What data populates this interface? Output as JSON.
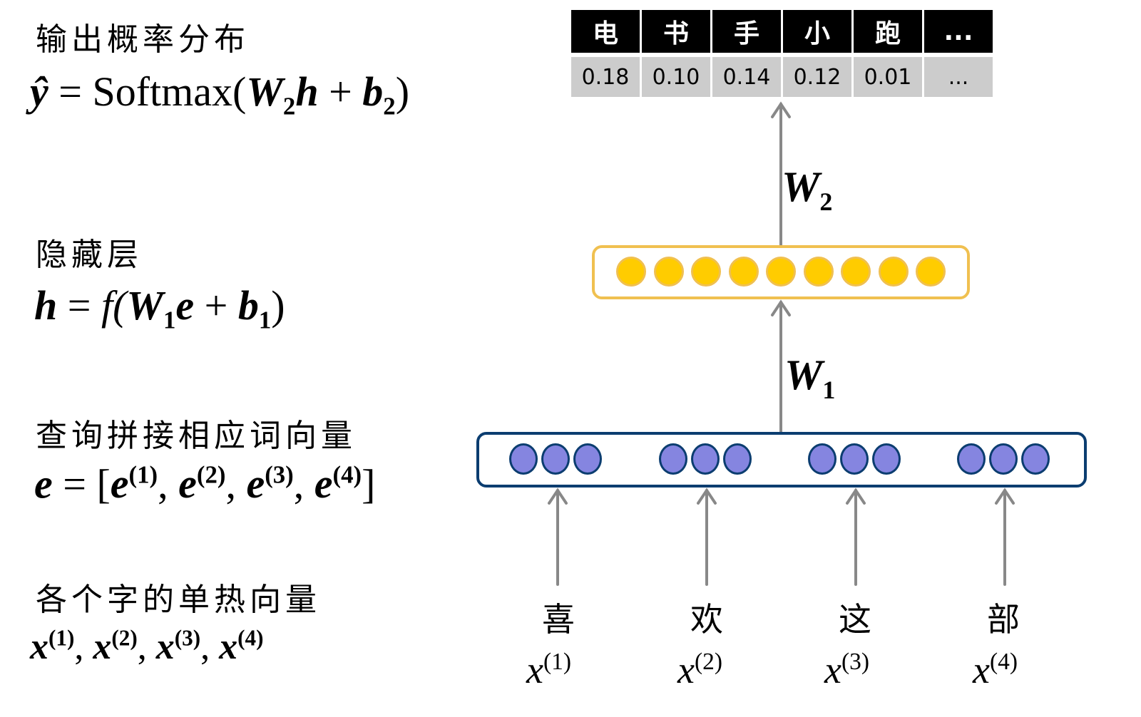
{
  "left_labels": {
    "output": {
      "title": "输出概率分布",
      "formula": {
        "lhs": "ŷ",
        "eq": " = ",
        "fn": "Softmax(",
        "w": "W",
        "w_sub": "2",
        "var": "h",
        "plus": " + ",
        "b": "b",
        "b_sub": "2",
        "close": ")"
      }
    },
    "hidden": {
      "title": "隐藏层",
      "formula": {
        "lhs": "h",
        "eq": " = ",
        "fn": "f(",
        "w": "W",
        "w_sub": "1",
        "var": "e",
        "plus": " + ",
        "b": "b",
        "b_sub": "1",
        "close": ")"
      }
    },
    "embedding": {
      "title": "查询拼接相应词向量",
      "formula": {
        "lhs": "e",
        "eq": " = [",
        "items": [
          "e",
          "e",
          "e",
          "e"
        ],
        "sups": [
          "(1)",
          "(2)",
          "(3)",
          "(4)"
        ],
        "sep": ", ",
        "close": "]"
      }
    },
    "onehot": {
      "title": "各个字的单热向量",
      "formula": {
        "items": [
          "x",
          "x",
          "x",
          "x"
        ],
        "sups": [
          "(1)",
          "(2)",
          "(3)",
          "(4)"
        ],
        "sep": ", "
      }
    }
  },
  "output_table": {
    "headers": [
      "电",
      "书",
      "手",
      "小",
      "跑",
      "..."
    ],
    "values": [
      "0.18",
      "0.10",
      "0.14",
      "0.12",
      "0.01",
      "..."
    ]
  },
  "weights": {
    "w2": {
      "symbol": "W",
      "sub": "2"
    },
    "w1": {
      "symbol": "W",
      "sub": "1"
    }
  },
  "hidden_layer": {
    "node_count": 9,
    "fill": "#ffcc00",
    "border": "#f0c050"
  },
  "embedding_layer": {
    "groups": 4,
    "nodes_per_group": 3,
    "fill": "#8585e0",
    "border": "#0b3d70"
  },
  "inputs": [
    {
      "char": "喜",
      "var": "x",
      "sup": "(1)"
    },
    {
      "char": "欢",
      "var": "x",
      "sup": "(2)"
    },
    {
      "char": "这",
      "var": "x",
      "sup": "(3)"
    },
    {
      "char": "部",
      "var": "x",
      "sup": "(4)"
    }
  ],
  "colors": {
    "arrow": "#888888",
    "header_bg": "#000000",
    "value_bg": "#cccccc"
  }
}
